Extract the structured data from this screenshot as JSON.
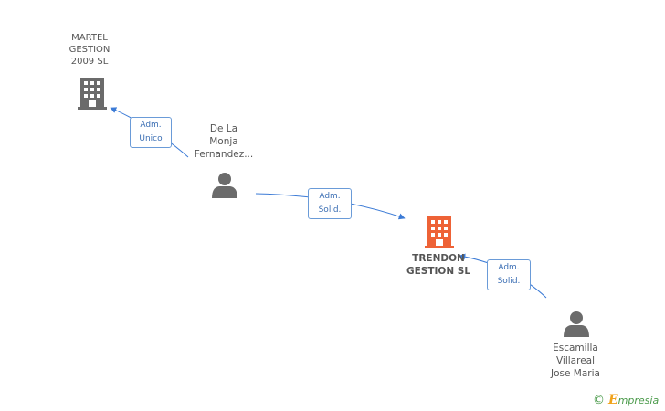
{
  "nodes": {
    "martel": {
      "label": "MARTEL\nGESTION\n2009 SL",
      "type": "company"
    },
    "delamonja": {
      "label": "De La\nMonja\nFernandez...",
      "type": "person"
    },
    "trendon": {
      "label": "TRENDON\nGESTION SL",
      "type": "company",
      "highlight_color": "#ee6236"
    },
    "escamilla": {
      "label": "Escamilla\nVillareal\nJose Maria",
      "type": "person"
    }
  },
  "edges": {
    "delamonja_martel": {
      "label": "Adm.\nUnico"
    },
    "delamonja_trendon": {
      "label": "Adm.\nSolid."
    },
    "escamilla_trendon": {
      "label": "Adm.\nSolid."
    }
  },
  "colors": {
    "company_icon": "#6b6b6b",
    "person_icon": "#6b6b6b",
    "edge_line": "#3c7bd6"
  },
  "footer": {
    "copyright_symbol": "©",
    "brand_initial": "E",
    "brand_rest": "mpresia"
  }
}
